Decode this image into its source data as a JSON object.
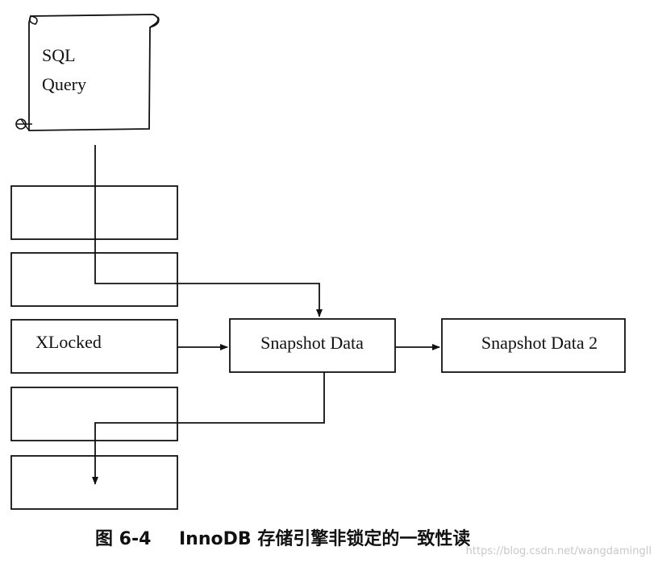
{
  "scroll": {
    "line1": "SQL",
    "line2": "Query"
  },
  "rows": {
    "xlocked_label": "XLocked"
  },
  "snapshots": {
    "first": "Snapshot Data",
    "second": "Snapshot Data 2"
  },
  "caption": {
    "number": "图 6-4",
    "text": "InnoDB 存储引擎非锁定的一致性读"
  },
  "watermark": "https://blog.csdn.net/wangdamingll",
  "colors": {
    "ink": "#111111",
    "watermark": "#c8c8c8",
    "background": "#ffffff"
  }
}
